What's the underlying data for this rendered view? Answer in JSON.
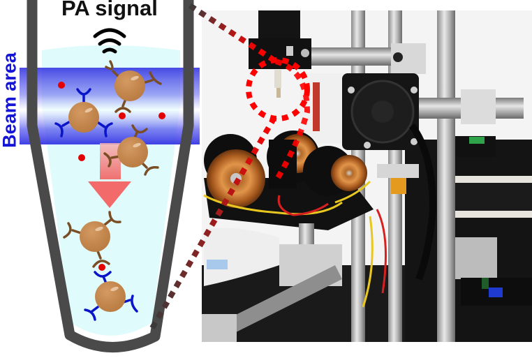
{
  "figure": {
    "signal_label": "PA signal",
    "beam_label": "Beam area",
    "colors": {
      "tube_wall": "#4a4a4a",
      "liquid": "#e0fbfb",
      "beam": "#2a2ae0",
      "bead": "#c4874c",
      "antibody_brown": "#7a4e25",
      "antibody_blue": "#0a14c8",
      "analyte": "#e30000",
      "arrow": "#f26a6a",
      "leader_line_start": "#3a3a3a",
      "leader_line_end": "#ff0000",
      "beam_label": "#1515d8"
    },
    "elements": {
      "tube": "centrifuge-tube",
      "signal_icon": "wireless-signal-icon",
      "arrow": "downward-arrow",
      "beads_in_beam": 3,
      "beads_below_beam": 2,
      "free_analytes": 5,
      "bound_analyte_complex": 1
    },
    "photo": {
      "description": "Photoacoustic setup: laser module with cooling fan, pipette tip holder, electromagnetic coils, aluminum rods and driver boards",
      "highlight": "dashed-circle-around-tube-tip"
    }
  }
}
